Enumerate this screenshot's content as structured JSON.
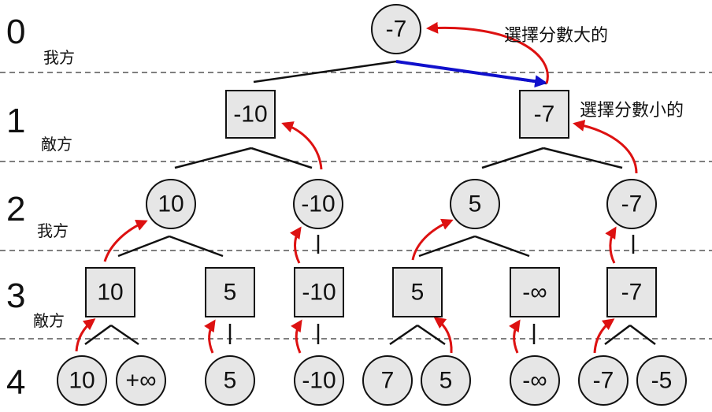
{
  "levels": [
    {
      "depth": "0",
      "side": "我方"
    },
    {
      "depth": "1",
      "side": "敵方"
    },
    {
      "depth": "2",
      "side": "我方"
    },
    {
      "depth": "3",
      "side": "敵方"
    },
    {
      "depth": "4",
      "side": ""
    }
  ],
  "annotations": {
    "pick_max": "選擇分數大的",
    "pick_min": "選擇分數小的"
  },
  "nodes": {
    "root": "-7",
    "l1_left": "-10",
    "l1_right": "-7",
    "l2_a": "10",
    "l2_b": "-10",
    "l2_c": "5",
    "l2_d": "-7",
    "l3_a": "10",
    "l3_b": "5",
    "l3_c": "-10",
    "l3_d": "5",
    "l3_e": "-∞",
    "l3_f": "-7",
    "l4_a": "10",
    "l4_b": "+∞",
    "l4_c": "5",
    "l4_d": "-10",
    "l4_e": "7",
    "l4_f": "5",
    "l4_g": "-∞",
    "l4_h": "-7",
    "l4_i": "-5"
  },
  "colors": {
    "node_fill": "#e6e6e6",
    "stroke": "#111111",
    "highlight_arrow": "#dd1111",
    "chosen_edge": "#1010cc",
    "divider": "#555555"
  }
}
